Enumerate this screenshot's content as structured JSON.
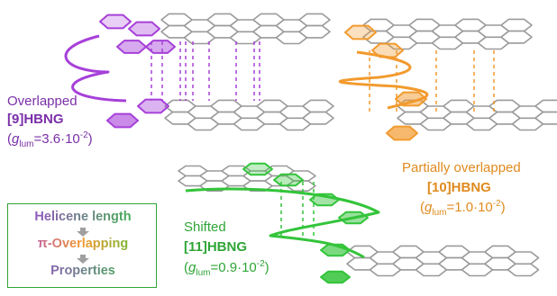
{
  "colors": {
    "purple": "#a640d9",
    "purple_text": "#7a2fa8",
    "orange": "#f29a2e",
    "orange_text": "#e08a1e",
    "green": "#33c43a",
    "green_text": "#2fa536",
    "gray": "#9a9a9a"
  },
  "molecules": [
    {
      "state": "Overlapped",
      "name": "[9]HBNG",
      "g_symbol": "g",
      "g_sub": "lum",
      "g_value": "=3.6·10",
      "g_exp": "-2",
      "open": "(",
      "close": ")"
    },
    {
      "state": "Partially overlapped",
      "name": "[10]HBNG",
      "g_symbol": "g",
      "g_sub": "lum",
      "g_value": "=1.0·10",
      "g_exp": "-2",
      "open": "(",
      "close": ")"
    },
    {
      "state": "Shifted",
      "name": "[11]HBNG",
      "g_symbol": "g",
      "g_sub": "lum",
      "g_value": "=0.9·10",
      "g_exp": "-2",
      "open": "(",
      "close": ")"
    }
  ],
  "legend": {
    "line1": "Helicene length",
    "line2": "π-Overlapping",
    "line3": "Properties"
  }
}
